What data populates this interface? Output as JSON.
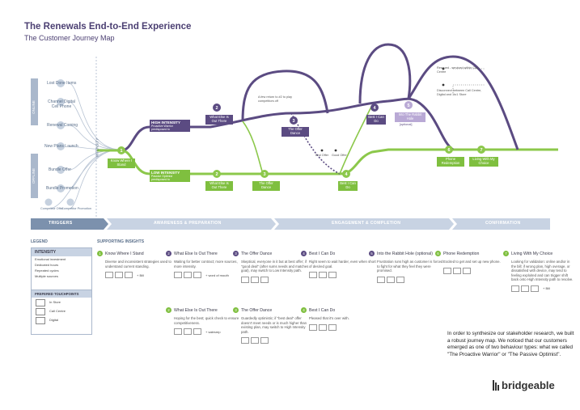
{
  "title": "The Renewals End-to-End Experience",
  "subtitle": "The Customer Journey Map",
  "sidebar_labels": {
    "triggers": "TRIGGERS",
    "offline": "ONLINE",
    "online": "OFFLINE",
    "intensity": "INTENSITY"
  },
  "triggers": [
    "Lost Done Items",
    "Channel Digital Cell Phone",
    "Renewal Coming",
    "New Plans Launch",
    "Bundle Offer",
    "Bundle Promotion",
    "Competitor Offer",
    "Competitor Promotion"
  ],
  "track_labels": {
    "high": "HIGH INTENSITY",
    "high_sub": "Proactive Warrior predisposed to",
    "low": "LOW INTENSITY",
    "low_sub": "Passive Optimist predisposed to"
  },
  "nodes": {
    "n1": "Know Where I Stand",
    "n2_high": "What Else Is Out There",
    "n2_low": "What Else Is Out There",
    "n3_high": "The Offer Dance",
    "n3_low": "The Offer Dance",
    "n4_high": "Best I Can Do",
    "n4_low": "Best I Can Do",
    "n5": "Into The Rabbit Hole",
    "n5_opt": "[optional]",
    "n6": "Phone Redemption",
    "n7": "Living With My Choice",
    "end_offer": "End Offer",
    "good_offer": "Good Offer"
  },
  "annotations": {
    "loop": "A few return to #2 to play competitors off",
    "rescued": "Rescued - serviced within Call Centre",
    "disconnect": "Disconnect between Call Centre, Digital and 1to1 Store"
  },
  "phases": [
    "TRIGGERS",
    "AWARENESS & PREPARATION",
    "ENGAGEMENT & COMPLETION",
    "CONFIRMATION"
  ],
  "legend": {
    "heading": "LEGEND",
    "intensity_head": "INTENSITY",
    "intensity_items": [
      "Emotional investment",
      "Dedicated hours",
      "Repeated cycles",
      "Multiple sources"
    ],
    "touch_head": "PREFERED TOUCHPOINTS",
    "touch_items": [
      "In Store",
      "Call Centre",
      "Digital"
    ]
  },
  "insights_heading": "SUPPORTING INSIGHTS",
  "insights_top": [
    {
      "num": "1",
      "head": "Know Where I Stand",
      "body": "Diverse and inconsistent strategies used to understand current standing.",
      "extra": "+ Bill"
    },
    {
      "num": "2",
      "head": "What Else Is Out There",
      "body": "Waiting for better contract; more sources, more intensity.",
      "extra": "+ word of mouth"
    },
    {
      "num": "3",
      "head": "The Offer Dance",
      "body": "Skeptical, everyone in it but at best offer; if \"good deal\" (after sums needs and matches goal), may switch to Low Intensity path.",
      "extra": ""
    },
    {
      "num": "4",
      "head": "Best I Can Do",
      "body": "Right seem to wait harder, even when short of desired goal.",
      "extra": ""
    },
    {
      "num": "5",
      "head": "Into the Rabbit Hole (optional)",
      "body": "Frustration runs high as customer is forced to fight for what they feel they were promised.",
      "extra": ""
    },
    {
      "num": "6",
      "head": "Phone Redemption",
      "body": "Excited to get and set up new phone.",
      "extra": ""
    },
    {
      "num": "7",
      "head": "Living With My Choice",
      "body": "Looking for validation: online and/or in the bill; if wrong plan, high overage, or dissatisfied with device, may tend to feeling exploited and can trigger shift back onto High Intensity path to resolve.",
      "extra": "+ Bill"
    }
  ],
  "insights_bottom": [
    {
      "num": "2",
      "head": "What Else Is Out There",
      "body": "Hoping for the best; quick check to ensure competitiveness.",
      "extra": "+ salesrep"
    },
    {
      "num": "3",
      "head": "The Offer Dance",
      "body": "Guardedly optimistic; if \"best deal\" offer doesn't meet needs or is much higher than existing plan, may switch to High Intensity path.",
      "extra": ""
    },
    {
      "num": "4",
      "head": "Best I Can Do",
      "body": "Pleased that it's over with.",
      "extra": ""
    }
  ],
  "note": "In order to synthesize our stakeholder research, we built a robust journey map. We noticed that our customers emerged as one of two behaviour types: what we called \"The Proactive Warrior\" or \"The Passive Optimist\".",
  "brand": "bridgeable",
  "colors": {
    "purple": "#5b4b82",
    "green": "#7fbf3f",
    "phase_bar": "#c8d3e3",
    "blue_text": "#5a6f8a"
  }
}
